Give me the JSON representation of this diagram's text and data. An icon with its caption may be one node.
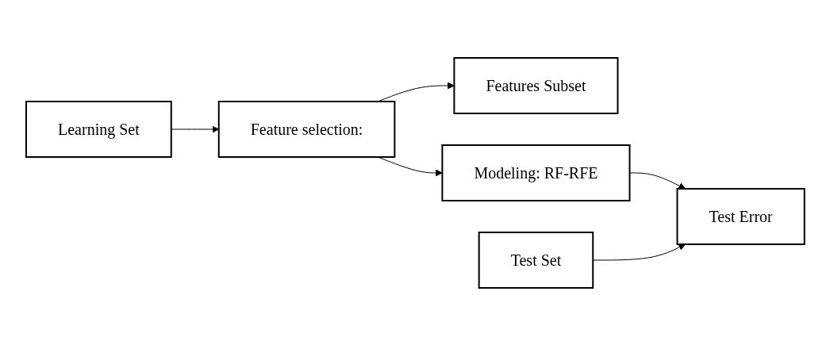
{
  "diagram": {
    "nodes": [
      {
        "text": [
          "Learning Set"
        ]
      },
      {
        "text": [
          "Feature selection:"
        ]
      },
      {
        "text": [
          "Features Subset"
        ]
      },
      {
        "text": [
          "Modeling: RF-RFE"
        ]
      },
      {
        "text": [
          "Test Set"
        ]
      },
      {
        "text": [
          "Test Error"
        ]
      }
    ],
    "edges": [
      {
        "from": 0,
        "to": 1,
        "arrow": "to"
      },
      {
        "from": 1,
        "to": 2,
        "arrow": "to"
      },
      {
        "from": 1,
        "to": 3,
        "arrow": "to"
      },
      {
        "from": 3,
        "to": 5,
        "arrow": "to"
      },
      {
        "from": 4,
        "to": 5,
        "arrow": "to"
      }
    ]
  }
}
